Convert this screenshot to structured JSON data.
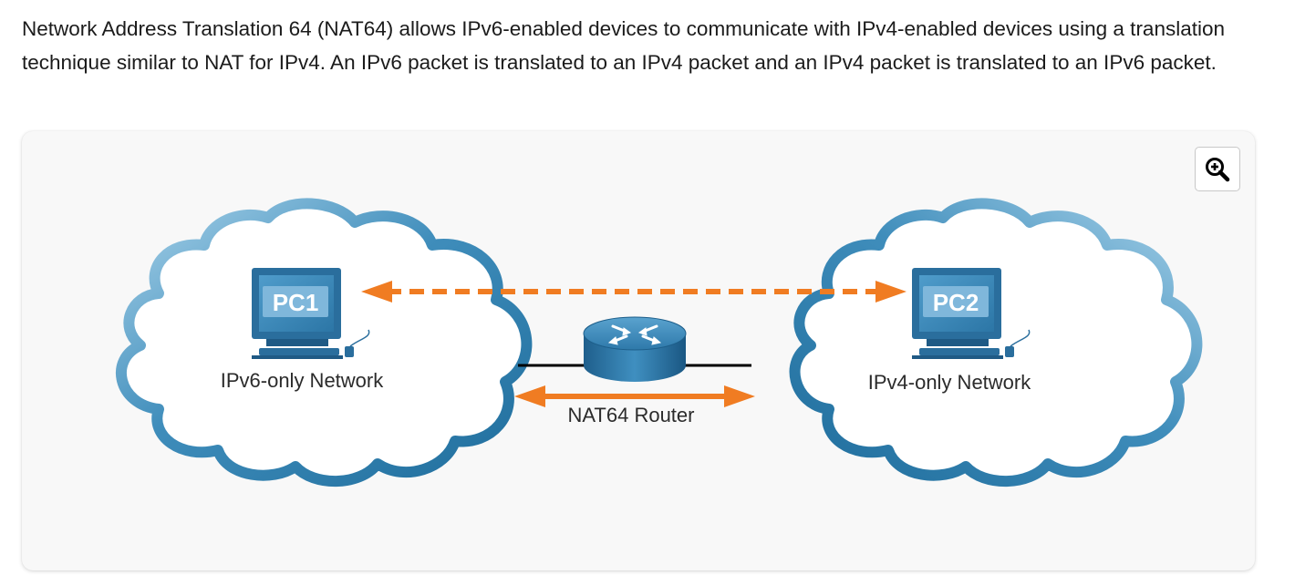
{
  "intro_text": "Network Address Translation 64 (NAT64) allows IPv6-enabled devices to communicate with IPv4-enabled devices using a translation technique similar to NAT for IPv4. An IPv6 packet is translated to an IPv4 packet and an IPv4 packet is translated to an IPv6 packet.",
  "zoom_button": {
    "icon": "zoom-in-icon"
  },
  "diagram": {
    "pc1_label": "PC1",
    "pc2_label": "PC2",
    "left_network_label": "IPv6-only Network",
    "right_network_label": "IPv4-only Network",
    "router_label": "NAT64 Router",
    "colors": {
      "cloud_outline": "#2f7fae",
      "arrow": "#f07c22",
      "pc_blue": "#2a6e9d",
      "router_blue": "#2a6e9d",
      "link": "#000000"
    }
  }
}
